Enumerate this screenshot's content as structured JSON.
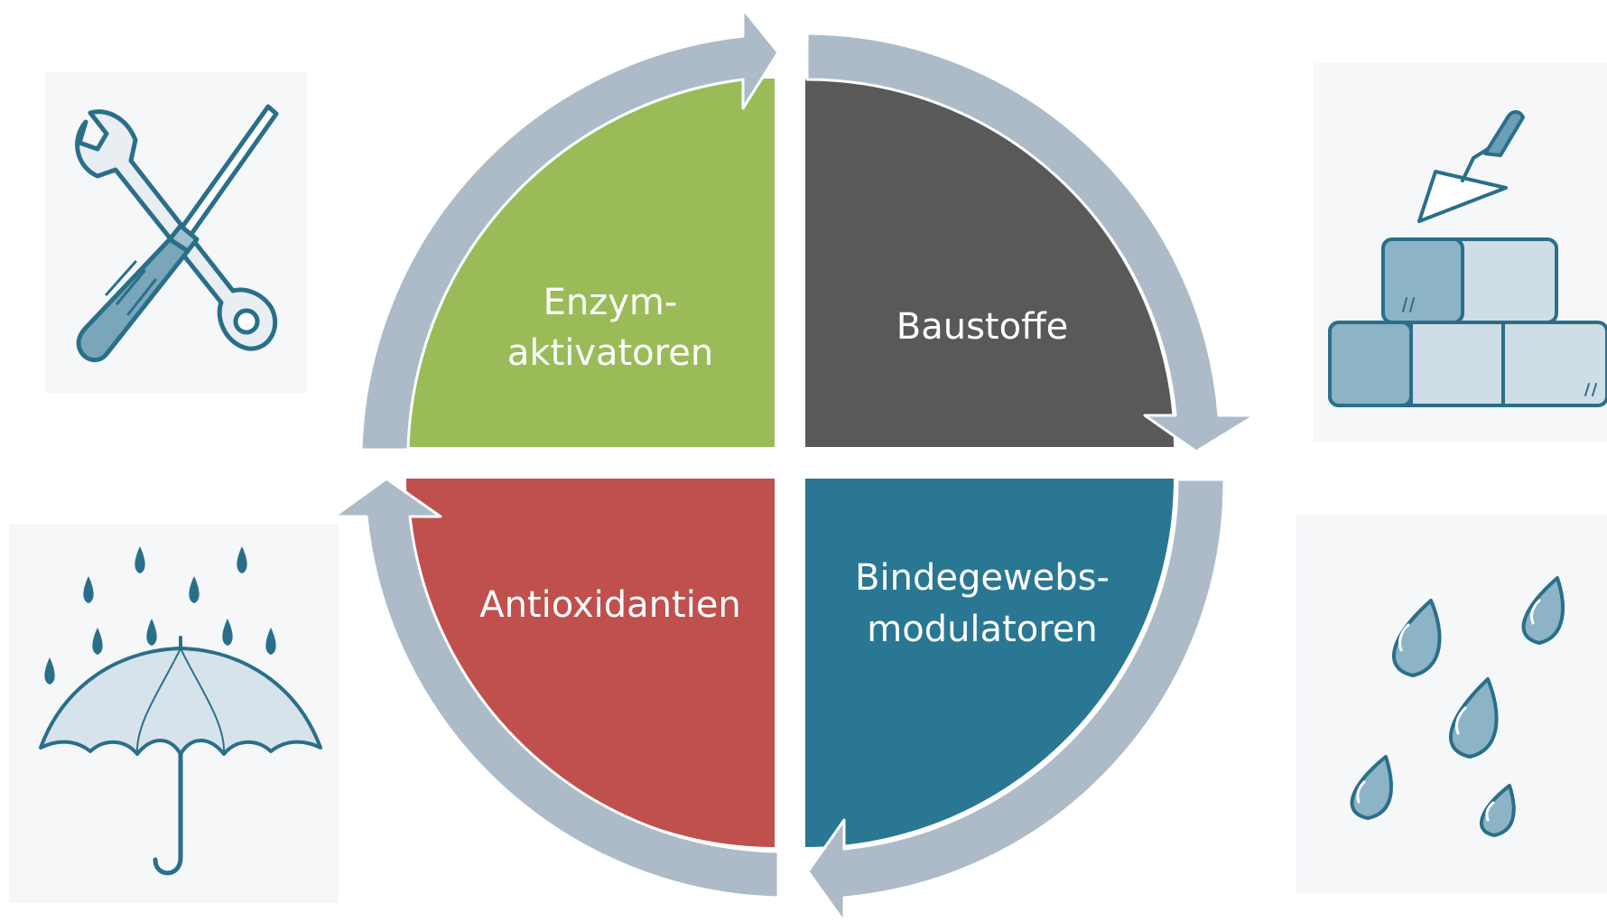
{
  "diagram": {
    "quadrants": [
      {
        "id": "top-left",
        "lines": [
          "Enzym-",
          "aktivatoren"
        ],
        "color": "#9bbb59"
      },
      {
        "id": "top-right",
        "lines": [
          "Baustoffe"
        ],
        "color": "#595959"
      },
      {
        "id": "bottom-right",
        "lines": [
          "Bindegewebs-",
          "modulatoren"
        ],
        "color": "#2a7793"
      },
      {
        "id": "bottom-left",
        "lines": [
          "Antioxidantien"
        ],
        "color": "#c0504d"
      }
    ],
    "cycle_arrow_color": "#adbbc8",
    "icons": [
      {
        "position": "top-left",
        "name": "wrench-screwdriver-icon"
      },
      {
        "position": "top-right",
        "name": "trowel-bricks-icon"
      },
      {
        "position": "bottom-left",
        "name": "umbrella-rain-icon"
      },
      {
        "position": "bottom-right",
        "name": "raindrops-icon"
      }
    ]
  }
}
